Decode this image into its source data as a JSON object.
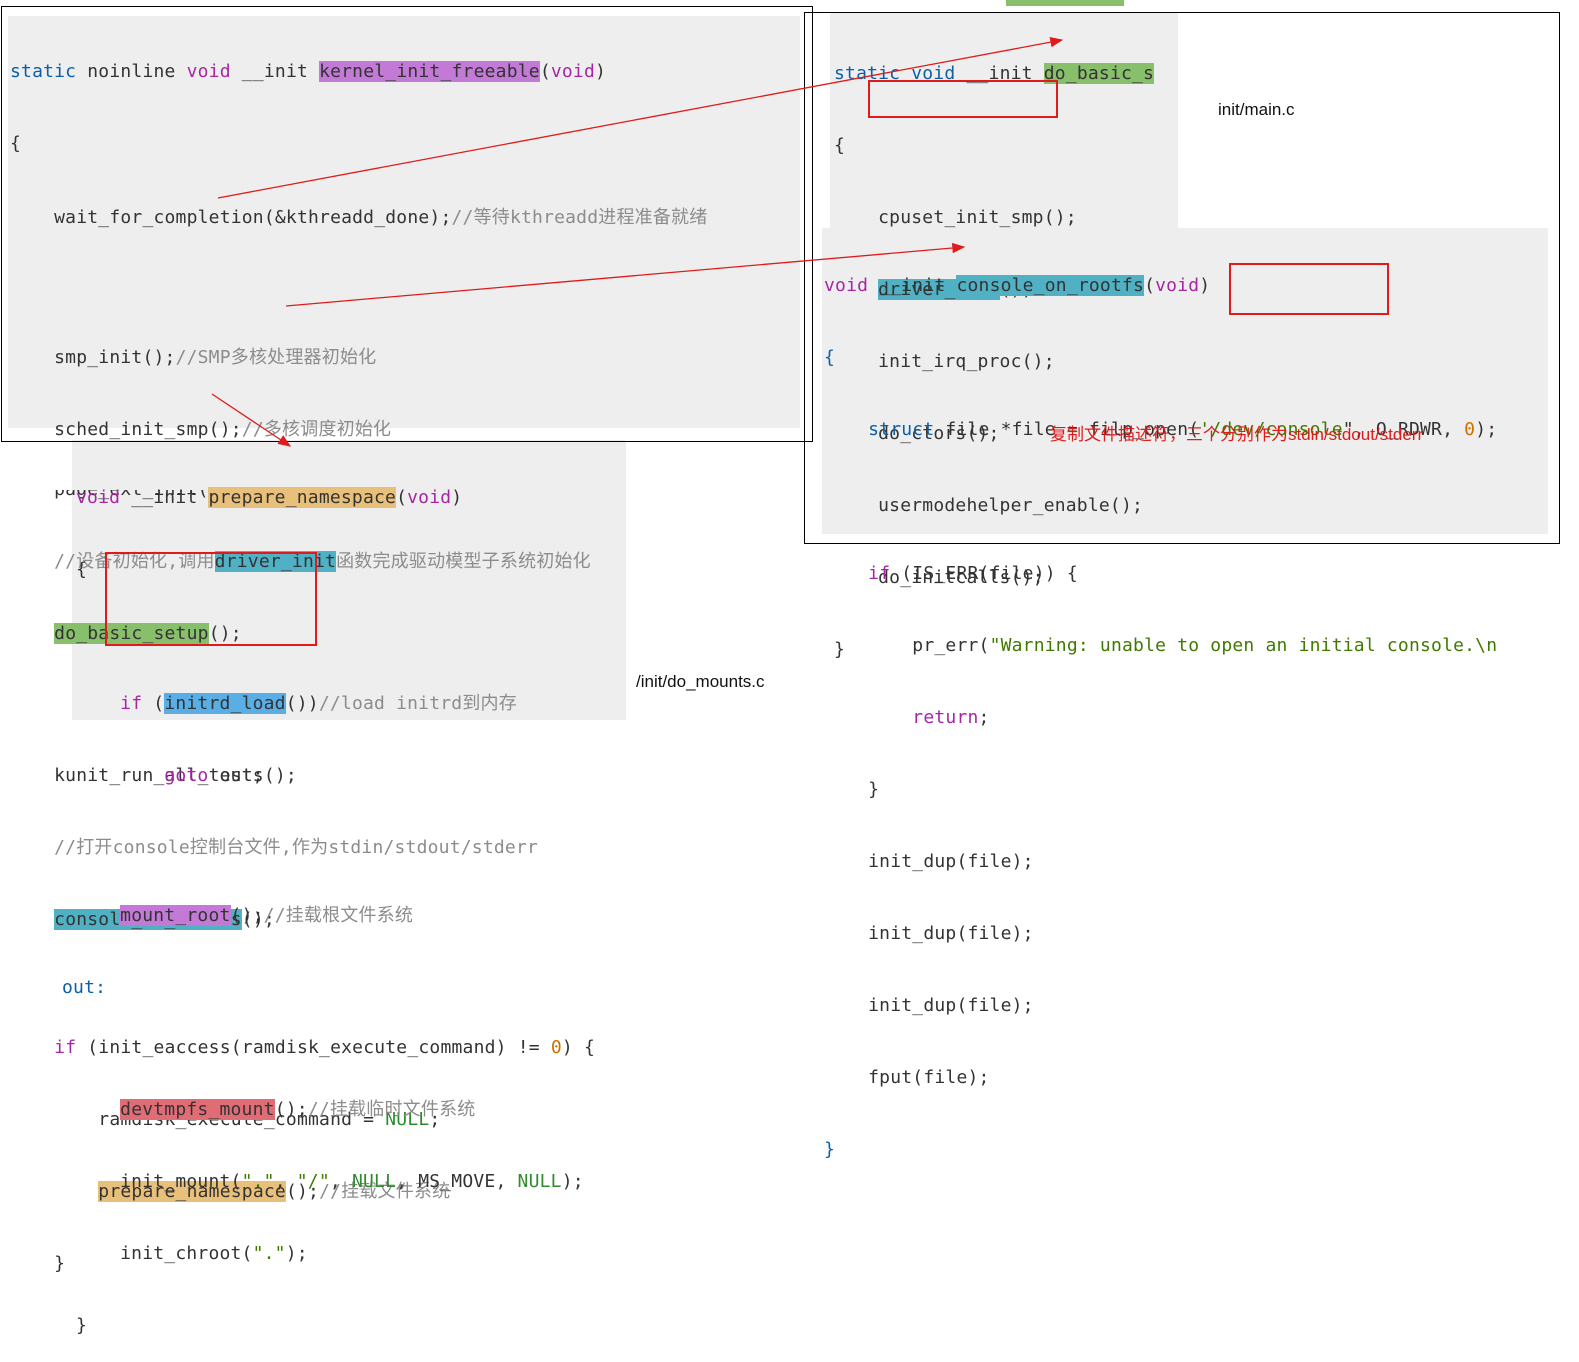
{
  "colors": {
    "keyword": "#a626a4",
    "keyword_blue": "#0b5fa8",
    "comment": "#8c8c8c",
    "number": "#d07000",
    "null": "#2e8b2e",
    "string": "#3f7a00",
    "highlight_purple": "#c27ad6",
    "highlight_green": "#88bf6a",
    "highlight_teal": "#4fb1c3",
    "highlight_orange": "#e9c07a",
    "highlight_blue": "#5aaee6",
    "highlight_red": "#e06c75",
    "arrow": "#e01b1b",
    "panel_bg": "#eeeeee"
  },
  "kernel_init": {
    "sig_static": "static",
    "sig_noinline": " noinline ",
    "sig_void": "void",
    "sig_init": " __init ",
    "sig_fn": "kernel_init_freeable",
    "sig_paren_open": "(",
    "sig_arg": "void",
    "sig_paren_close": ")",
    "brace_open": "{",
    "wait_code": "    wait_for_completion(&kthreadd_done);",
    "wait_comment": "//等待kthreadd进程准备就绪",
    "smp_code": "    smp_init();",
    "smp_comment": "//SMP多核处理器初始化",
    "sched_code": "    sched_init_smp();",
    "sched_comment": "//多核调度初始化",
    "page_partial": "    page_ext_init();",
    "dev_comment_a": "    //设备初始化,调用",
    "dev_comment_fn": "driver_init",
    "dev_comment_b": "函数完成驱动模型子系统初始化",
    "basic_indent": "    ",
    "basic_fn": "do_basic_setup",
    "basic_tail": "();",
    "kunit": "    kunit_run_all_tests();",
    "console_comment": "    //打开console控制台文件,作为stdin/stdout/stderr",
    "console_indent": "    ",
    "console_fn": "console_on_rootfs",
    "console_tail": "();",
    "if_indent": "    ",
    "if_kw": "if",
    "if_mid": " (init_eaccess(ramdisk_execute_command) != ",
    "if_zero": "0",
    "if_tail": ") {",
    "ramdisk_code": "        ramdisk_execute_command = ",
    "ramdisk_null": "NULL",
    "ramdisk_tail": ";",
    "prep_indent": "        ",
    "prep_fn": "prepare_namespace",
    "prep_tail": "();",
    "prep_comment": "//挂载文件系统",
    "inner_close": "    }"
  },
  "basic_setup": {
    "sig_static": "static",
    "sig_void": " void",
    "sig_init": " __init ",
    "sig_fn": "do_basic_s",
    "brace_open": "{",
    "cpuset": "    cpuset_init_smp();",
    "driver_indent": "    ",
    "driver_fn": "driver_init",
    "driver_tail": "();",
    "irq": "    init_irq_proc();",
    "ctors": "    do_ctors();",
    "usermode": "    usermodehelper_enable();",
    "initcalls": "    do_initcalls();",
    "brace_close": "}",
    "file_label": "init/main.c"
  },
  "console_fn": {
    "sig_void": "void",
    "sig_init": " __init ",
    "sig_fn": "console_on_rootfs",
    "sig_paren_open": "(",
    "sig_arg": "void",
    "sig_paren_close": ")",
    "brace_open": "{",
    "open_a": "    ",
    "open_struct": "struct",
    "open_b": " file *file = filp_open(",
    "open_str": "'/dev/console",
    "open_c": "\", O_RDWR, ",
    "open_zero": "0",
    "open_d": ");",
    "if_indent": "    ",
    "if_kw": "if",
    "if_rest": " (IS_ERR(file)) {",
    "err_code": "        pr_err(",
    "err_str": "\"Warning: unable to open an initial console.\\n",
    "ret_indent": "        ",
    "ret_kw": "return",
    "ret_tail": ";",
    "inner_close": "    }",
    "dup1": "    init_dup(file);",
    "dup_note": "复制文件描述符，三个分别作为stdin/stdout/stderr",
    "dup2": "    init_dup(file);",
    "dup3": "    init_dup(file);",
    "fput": "    fput(file);",
    "brace_close": "}"
  },
  "prepare_ns": {
    "sig_void": "void",
    "sig_init": " __init ",
    "sig_fn": "prepare_namespace",
    "sig_paren_open": "(",
    "sig_arg": "void",
    "sig_paren_close": ")",
    "brace_open": "{",
    "if_indent": "    ",
    "if_kw": "if",
    "if_mid": " (",
    "initrd_fn": "initrd_load",
    "if_tail": "())",
    "initrd_comment": "//load initrd到内存",
    "goto_indent": "        ",
    "goto_kw": "goto",
    "goto_tail": " out;",
    "mount_indent": "    ",
    "mount_fn": "mount_root",
    "mount_tail": "();",
    "mount_comment": "//挂载根文件系统",
    "out_label": "out:",
    "devtmp_indent": "    ",
    "devtmp_fn": "devtmpfs_mount",
    "devtmp_tail": "();",
    "devtmp_comment": "//挂载临时文件系统",
    "initmount_a": "    init_mount(",
    "initmount_s1": "\".\"",
    "initmount_comma1": ", ",
    "initmount_s2": "\"/\"",
    "initmount_comma2": ", ",
    "initmount_null1": "NULL",
    "initmount_mid": ", MS_MOVE, ",
    "initmount_null2": "NULL",
    "initmount_tail": ");",
    "chroot_a": "    init_chroot(",
    "chroot_s": "\".\"",
    "chroot_tail": ");",
    "brace_close": "}",
    "file_label": "/init/do_mounts.c"
  }
}
